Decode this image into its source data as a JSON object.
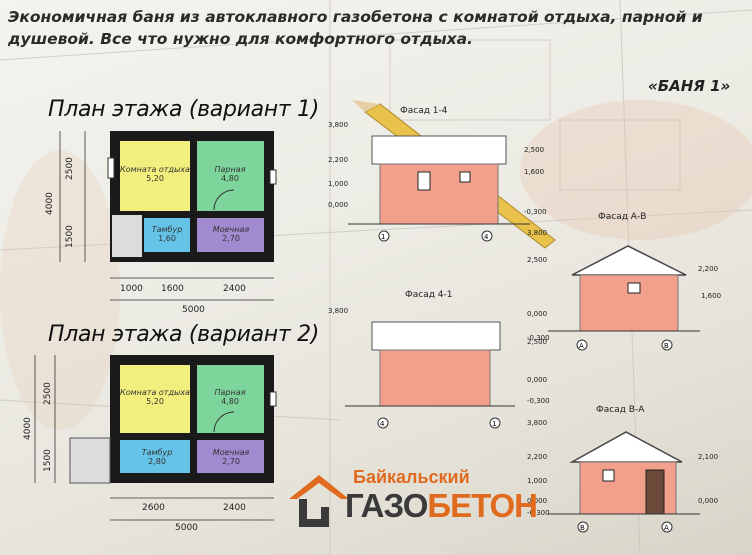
{
  "header": {
    "title": "Экономичная баня из автоклавного газобетона с комнатой отдыха, парной и душевой. Все что нужно для комфортного отдыха.",
    "badge": "«БАНЯ 1»"
  },
  "plan1": {
    "title": "План этажа (вариант 1)",
    "rooms": [
      {
        "name": "Комната отдыха",
        "area": "5,20"
      },
      {
        "name": "Парная",
        "area": "4,80"
      },
      {
        "name": "Тамбур",
        "area": "1,60"
      },
      {
        "name": "Моечная",
        "area": "2,70"
      }
    ],
    "dims": {
      "h1": "2500",
      "h2": "1500",
      "total_h": "4000",
      "w1": "1000",
      "w2": "1600",
      "w3": "2400",
      "total_w": "5000"
    }
  },
  "plan2": {
    "title": "План этажа (вариант 2)",
    "rooms": [
      {
        "name": "Комната отдыха",
        "area": "5,20"
      },
      {
        "name": "Парная",
        "area": "4,80"
      },
      {
        "name": "Тамбур",
        "area": "2,80"
      },
      {
        "name": "Моечная",
        "area": "2,70"
      }
    ],
    "dims": {
      "h1": "2500",
      "h2": "1500",
      "total_h": "4000",
      "w1": "2600",
      "w2": "2400",
      "total_w": "5000"
    }
  },
  "facades": {
    "f14": {
      "title": "Фасад 1-4",
      "levels": [
        "3,800",
        "2,200",
        "1,000",
        "0,000"
      ],
      "right_levels": [
        "2,500",
        "1,600",
        "-0,300"
      ],
      "axes": [
        "1",
        "4"
      ]
    },
    "fab": {
      "title": "Фасад А-В",
      "levels": [
        "3,800",
        "2,500",
        "0,000",
        "-0,300"
      ],
      "right_levels": [
        "2,200",
        "1,600"
      ],
      "axes": [
        "А",
        "В"
      ]
    },
    "f41": {
      "title": "Фасад 4-1",
      "levels": [
        "3,800",
        "2,500",
        "0,000",
        "-0,300"
      ],
      "axes": [
        "4",
        "1"
      ]
    },
    "fba": {
      "title": "Фасад В-А",
      "levels": [
        "3,800",
        "2,200",
        "1,000",
        "0,000",
        "-0,300"
      ],
      "right_levels": [
        "2,100",
        "0,000"
      ],
      "axes": [
        "В",
        "А"
      ]
    }
  },
  "logo": {
    "top": "Байкальский",
    "bottom_a": "ГАЗО",
    "bottom_b": "БЕТОН"
  },
  "colors": {
    "room_rest": "#f2ef7e",
    "room_steam": "#7dd59c",
    "room_tambur": "#66c3e8",
    "room_wash": "#a08ad0",
    "facade": "#f2a08c",
    "logo": "#e06a1e"
  }
}
